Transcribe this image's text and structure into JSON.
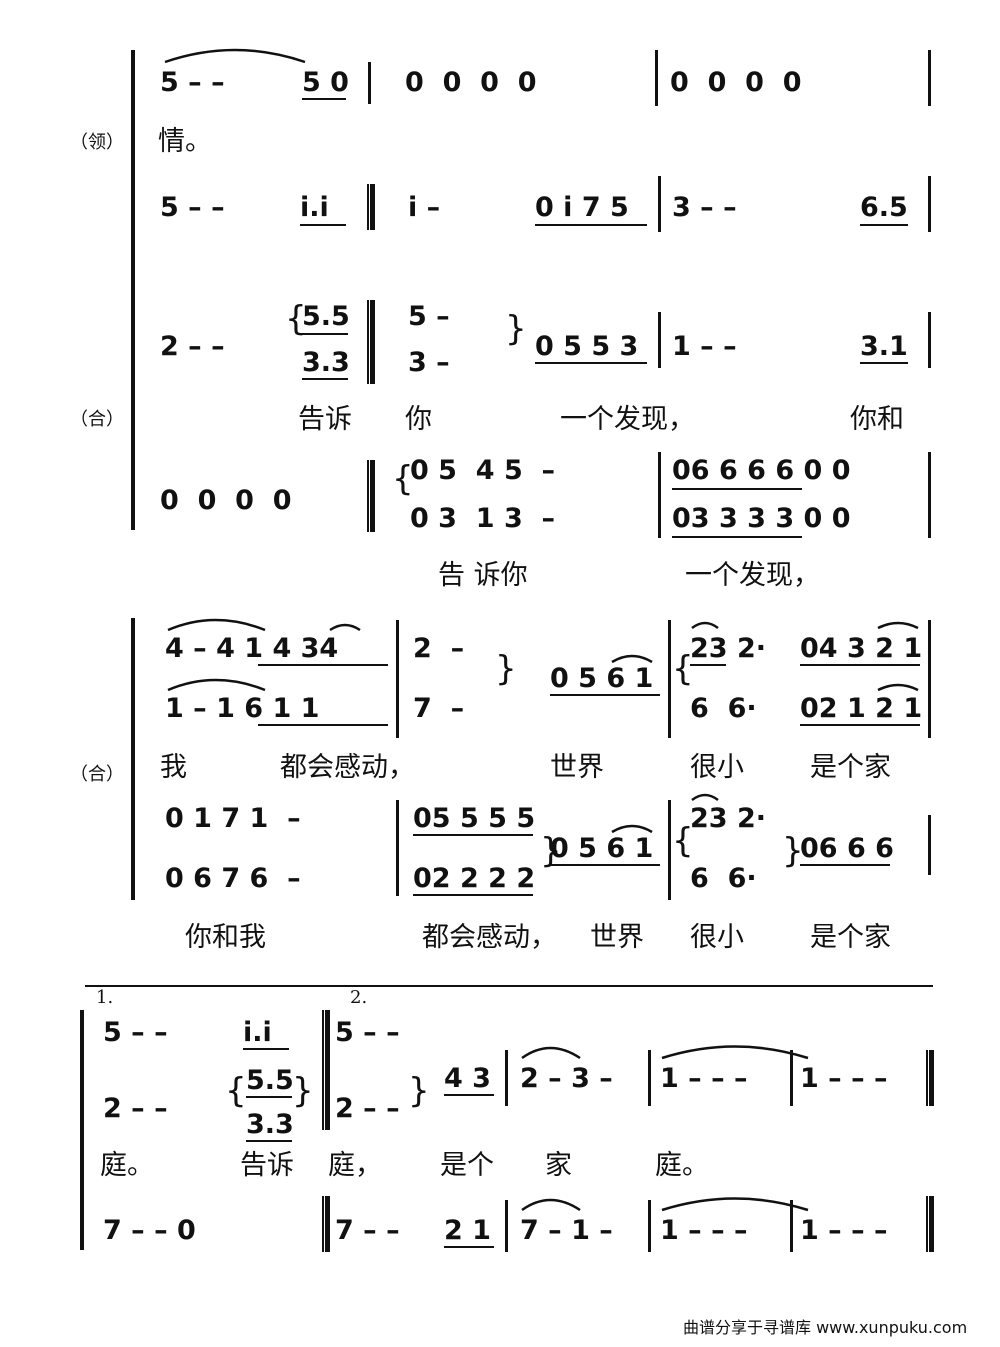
{
  "parts": {
    "lead": "（领）",
    "chorus": "（合）"
  },
  "system1": {
    "lead_notes": [
      "5 – – ",
      "5 0",
      "0  0  0  0",
      "0  0  0  0"
    ],
    "lead_lyric": "情。",
    "chorus1_notes": [
      "5 – – ",
      "i.i",
      "i – ",
      "0 i 7 5",
      "3 – – ",
      "6.5"
    ],
    "chorus2_notes": [
      "2 – – ",
      "5.5",
      "3.3",
      "5 –",
      "3 –",
      "0 5 5 3",
      "1 – – ",
      "3.1"
    ],
    "lyric_a": [
      "告诉",
      "你",
      "一个发现，",
      "你和"
    ],
    "chorus3_notes": [
      "0  0  0  0",
      "0 5  4 5  –",
      "0 3  1 3  –",
      "06 6 6 6 0 0",
      "03 3 3 3 0 0"
    ],
    "lyric_b": [
      "告 诉你",
      "一个发现，"
    ]
  },
  "system2": {
    "upper_notes": [
      "4 – 4 1 4 34",
      "1 – 1 6 1 1",
      "2  –",
      "7  –",
      "0 5 6 1",
      "23 2·",
      "6  6·",
      "04 3 2 1",
      "02 1 2 1"
    ],
    "lyric_a": [
      "我",
      "都会感动，",
      "世界",
      "很小",
      "是个家"
    ],
    "lower_notes": [
      "0 1 7 1  –",
      "0 6 7 6  –",
      "05 5 5 5",
      "02 2 2 2",
      "0 5 6 1",
      "23 2·",
      "6  6·",
      "06 6 6"
    ],
    "lyric_b": [
      "你和我",
      "都会感动，",
      "世界",
      "很小",
      "是个家"
    ]
  },
  "system3": {
    "ending1": "1.",
    "ending2": "2.",
    "upper_notes": [
      "5 – – ",
      "i.i",
      "5 – –",
      "4 3",
      "2 – 3 –",
      "1 – – –",
      "1 – – –"
    ],
    "middle_notes": [
      "2 – – ",
      "5.5",
      "3.3",
      "2 – –"
    ],
    "lyric": [
      "庭。",
      "告诉",
      "庭，",
      "是个",
      "家",
      "庭。"
    ],
    "lower_notes": [
      "7 – – 0",
      "7 – – ",
      "2 1",
      "7 – 1 –",
      "1 – – –",
      "1 – – –"
    ]
  },
  "footer": "曲谱分享于寻谱库 www.xunpuku.com"
}
